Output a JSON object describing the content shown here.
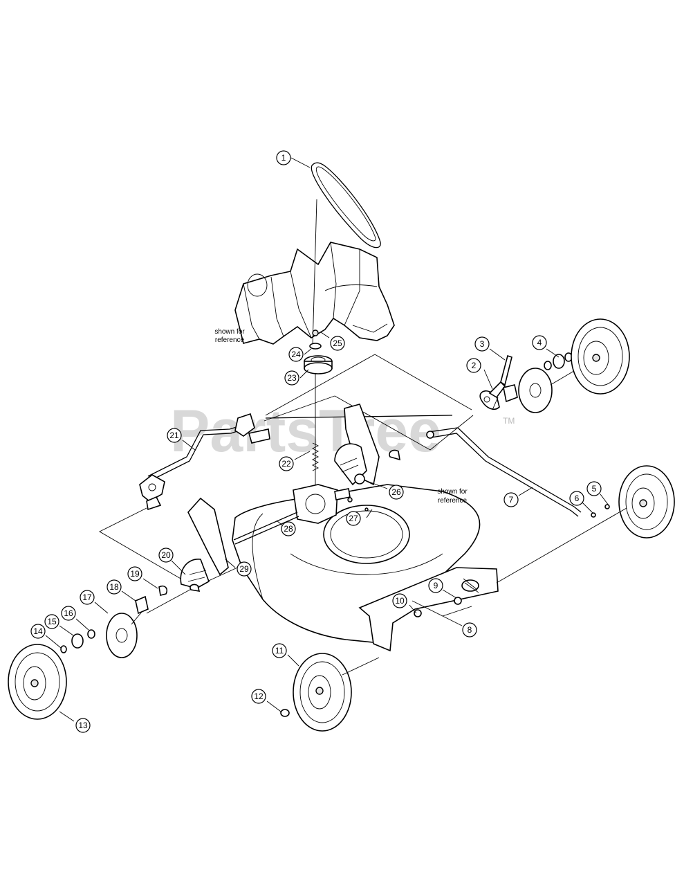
{
  "watermark": {
    "text": "PartsTree",
    "tm": "TM"
  },
  "notes": {
    "upper_line1": "shown for",
    "upper_line2": "reference",
    "deck_line1": "shown for",
    "deck_line2": "reference"
  },
  "callouts": [
    "1",
    "2",
    "3",
    "4",
    "5",
    "6",
    "7",
    "8",
    "9",
    "10",
    "11",
    "12",
    "13",
    "14",
    "15",
    "16",
    "17",
    "18",
    "19",
    "20",
    "21",
    "22",
    "23",
    "24",
    "25",
    "26",
    "27",
    "28",
    "29"
  ]
}
